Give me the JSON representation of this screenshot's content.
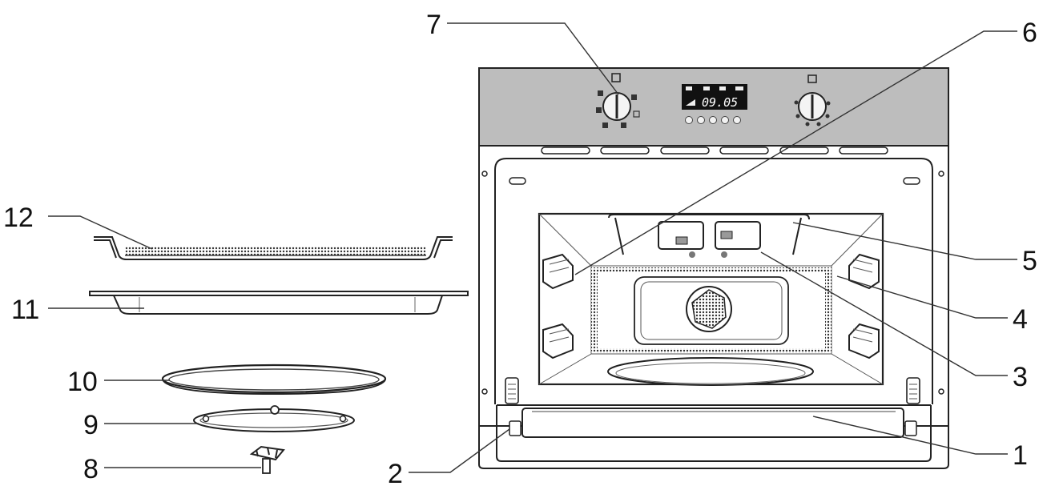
{
  "figure": {
    "display_time": "09.05",
    "callouts": [
      {
        "id": "1",
        "text": "1"
      },
      {
        "id": "2",
        "text": "2"
      },
      {
        "id": "3",
        "text": "3"
      },
      {
        "id": "4",
        "text": "4"
      },
      {
        "id": "5",
        "text": "5"
      },
      {
        "id": "6",
        "text": "6"
      },
      {
        "id": "7",
        "text": "7"
      },
      {
        "id": "8",
        "text": "8"
      },
      {
        "id": "9",
        "text": "9"
      },
      {
        "id": "10",
        "text": "10"
      },
      {
        "id": "11",
        "text": "11"
      },
      {
        "id": "12",
        "text": "12"
      }
    ]
  },
  "colors": {
    "panel": "#bdbdbd",
    "display": "#111111",
    "outline": "#222222",
    "mesh": "#555555"
  }
}
